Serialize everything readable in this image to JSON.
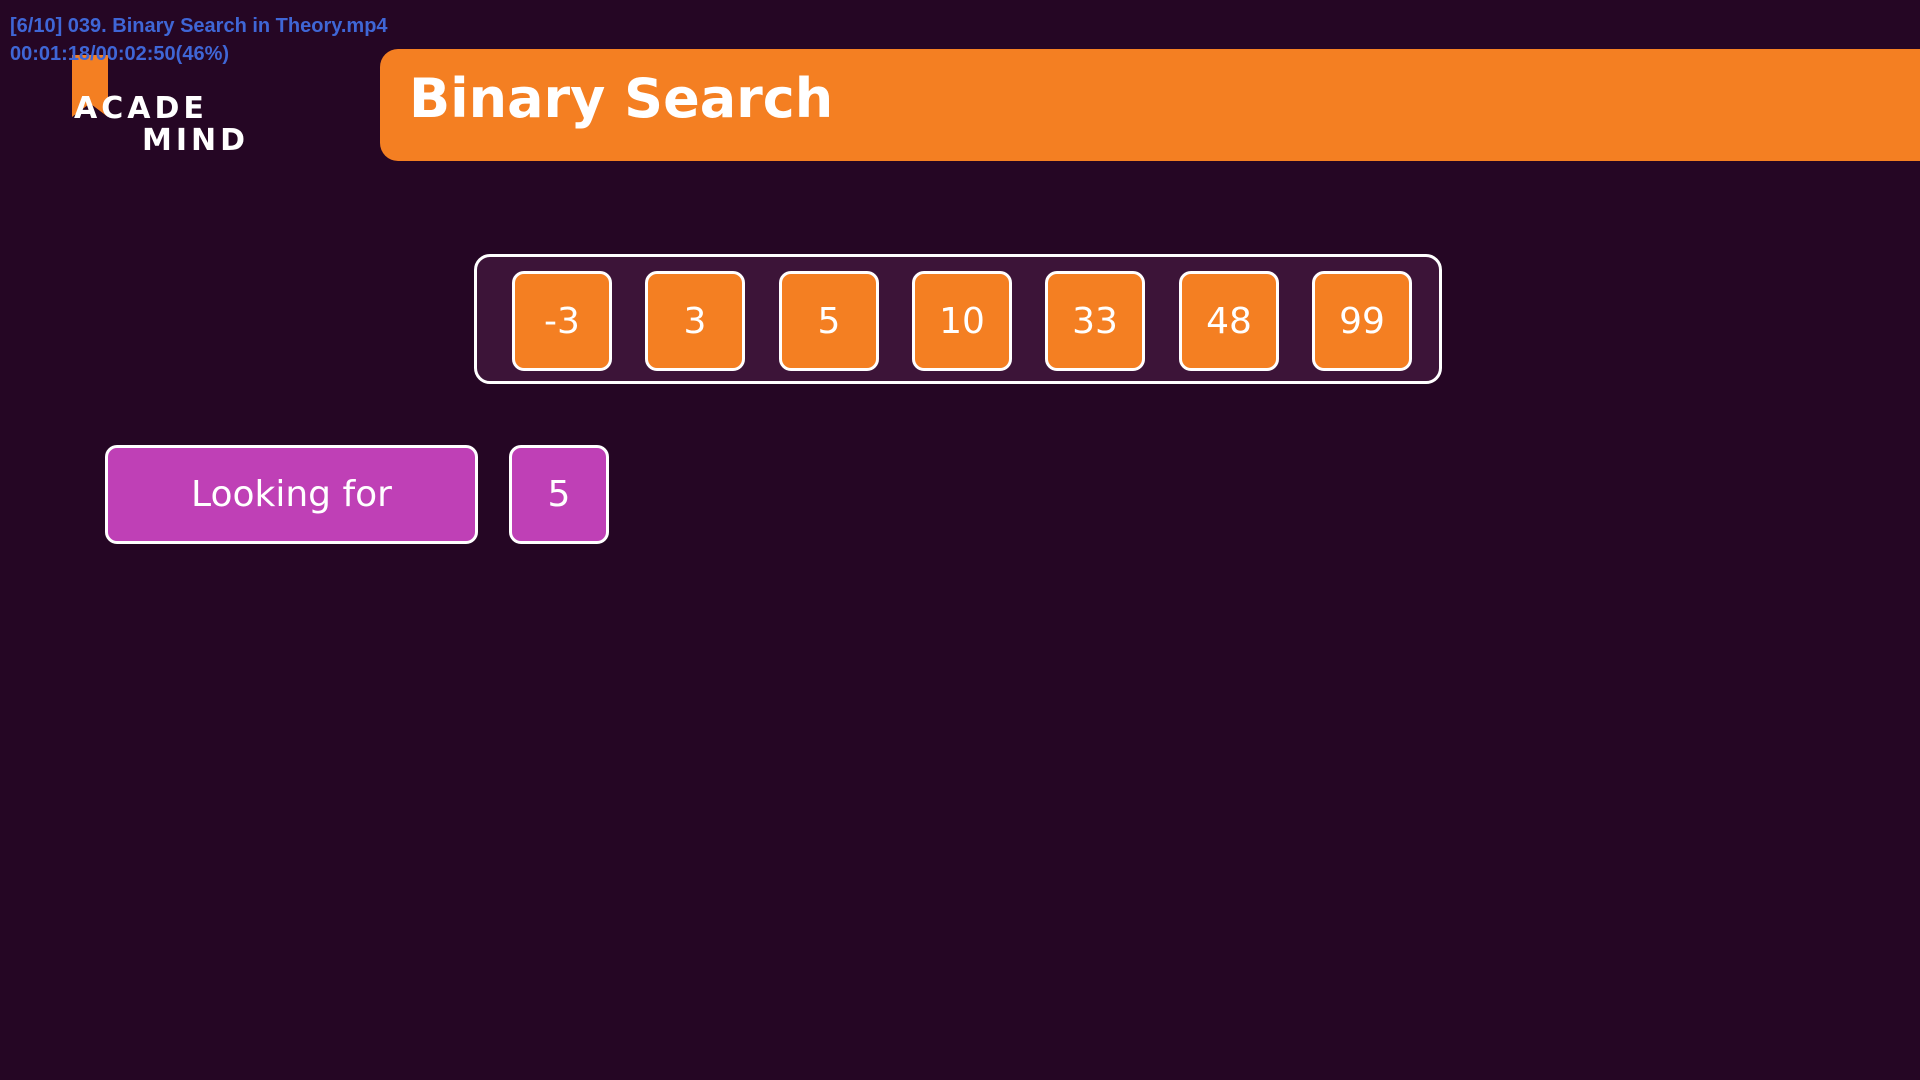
{
  "player_overlay": {
    "file_title": "[6/10] 039. Binary Search in Theory.mp4",
    "time_readout": "00:01:18/00:02:50(46%)",
    "text_color": "#3f66d6"
  },
  "logo": {
    "line1": "ACADE",
    "line2": "MIND",
    "accent_color": "#f47f22"
  },
  "slide": {
    "title": "Binary Search",
    "background_color": "#250624",
    "banner_color": "#f47f22"
  },
  "array": {
    "values": [
      "-3",
      "3",
      "5",
      "10",
      "33",
      "48",
      "99"
    ],
    "cell_color": "#f47f22"
  },
  "search": {
    "label": "Looking for",
    "target": "5",
    "color": "#bf40b6"
  }
}
